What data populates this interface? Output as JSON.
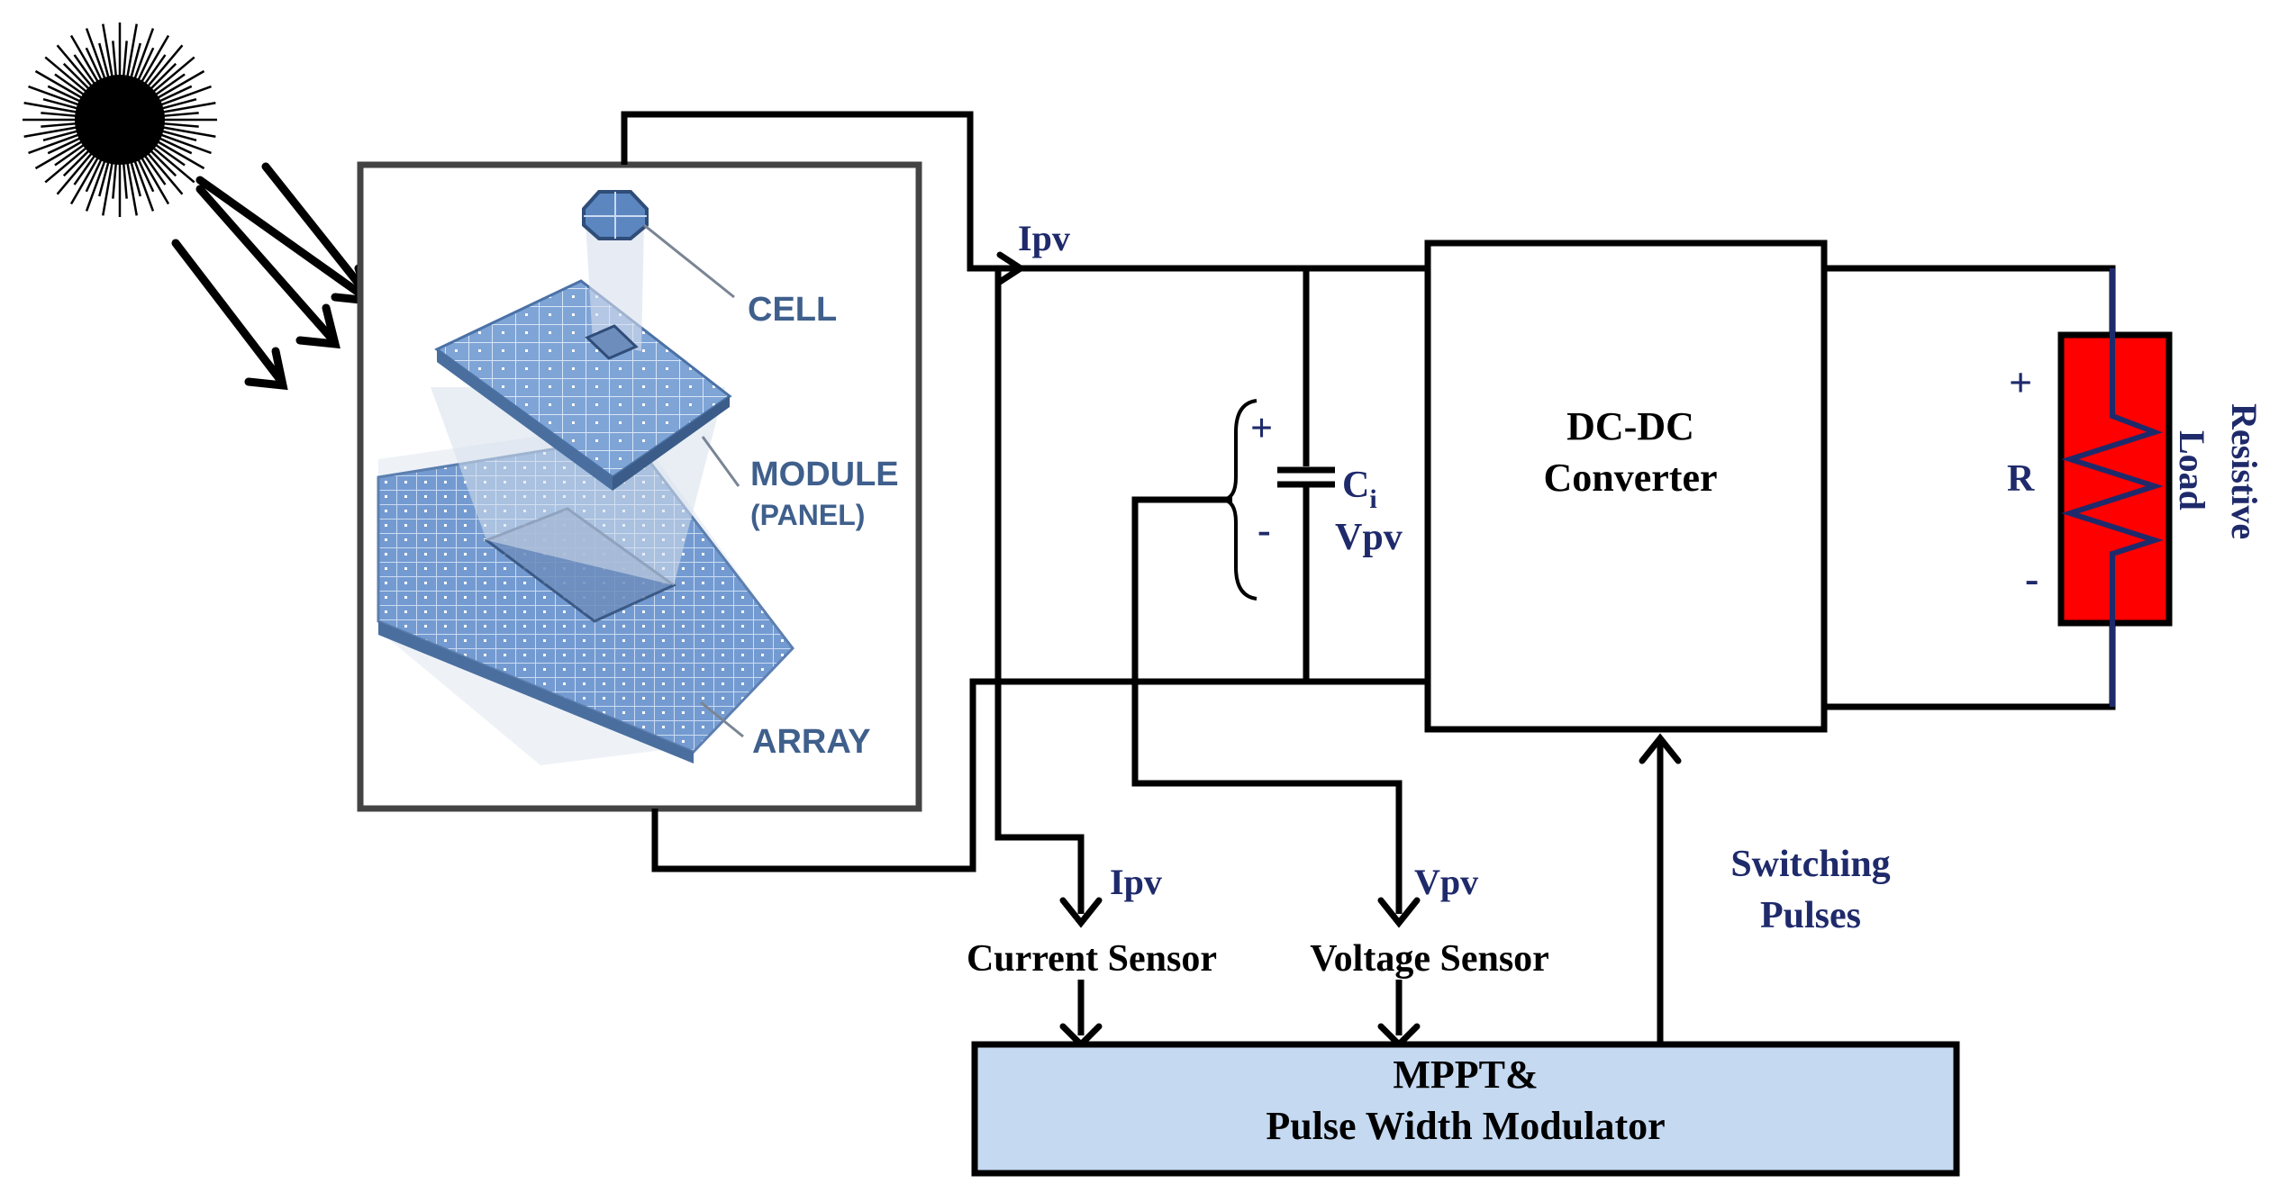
{
  "diagram": {
    "pv_labels": {
      "cell": "CELL",
      "module": "MODULE",
      "panel": "(PANEL)",
      "array": "ARRAY"
    },
    "signals": {
      "ipv_top": "Ipv",
      "ipv_sensor": "Ipv",
      "vpv_sensor": "Vpv"
    },
    "capacitor": {
      "plus": "+",
      "minus": "-",
      "name": "C",
      "subscript": "i",
      "voltage": "Vpv"
    },
    "converter": {
      "line1": "DC-DC",
      "line2": "Converter"
    },
    "load": {
      "plus": "+",
      "minus": "-",
      "r": "R",
      "title_line1": "Resistive",
      "title_line2": "Load"
    },
    "sensors": {
      "current": "Current Sensor",
      "voltage": "Voltage Sensor"
    },
    "switching": {
      "line1": "Switching",
      "line2": "Pulses"
    },
    "controller": {
      "line1": "MPPT&",
      "line2": "Pulse Width Modulator"
    },
    "colors": {
      "wire": "#000000",
      "label_blue": "#1f2a6b",
      "controller_fill": "#c5d9f1",
      "load_fill": "#ff0000",
      "panel_blue": "#5b86c0",
      "panel_text": "#3f5f8c",
      "sun": "#000000"
    }
  }
}
